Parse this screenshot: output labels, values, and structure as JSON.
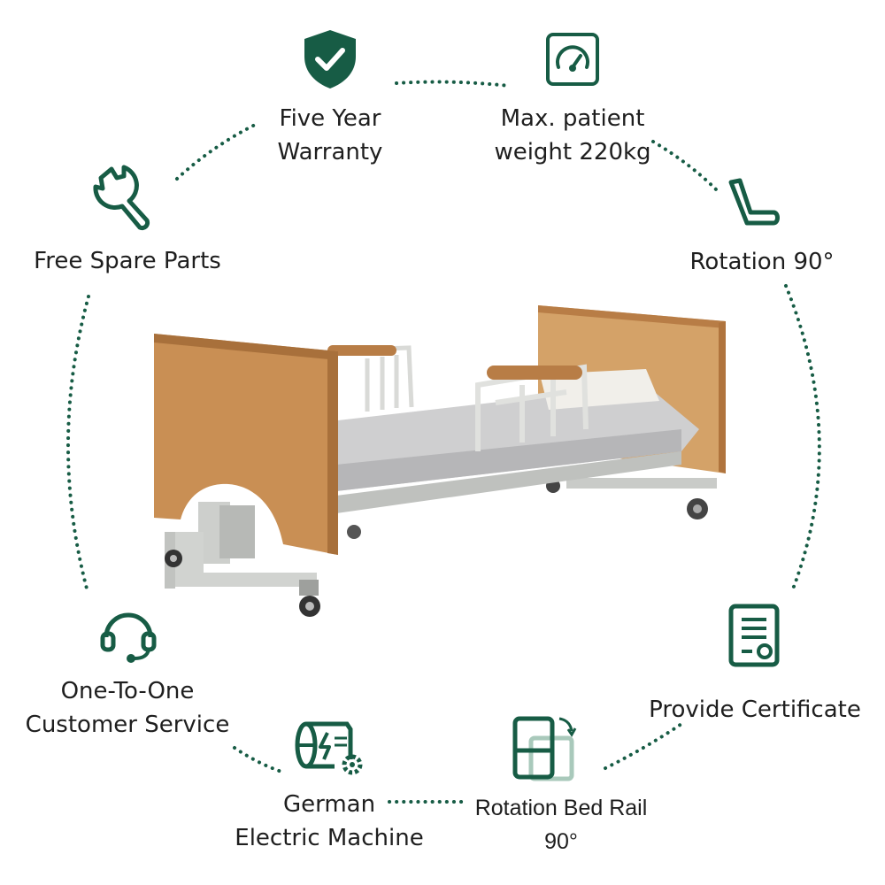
{
  "theme": {
    "accent": "#175c45",
    "accent_light": "#a9c9bb",
    "wood": "#c98f54",
    "frame": "#c9cbc8"
  },
  "features": {
    "warranty": {
      "label": "Five Year\nWarranty",
      "icon": "shield-check-icon"
    },
    "max_weight": {
      "label": "Max. patient\nweight 220kg",
      "icon": "gauge-icon"
    },
    "rotation": {
      "label": "Rotation 90°",
      "icon": "seat-icon"
    },
    "spare_parts": {
      "label": "Free Spare Parts",
      "icon": "wrench-icon"
    },
    "customer_service": {
      "label": "One-To-One\nCustomer Service",
      "icon": "headset-icon"
    },
    "certificate": {
      "label": "Provide Certificate",
      "icon": "certificate-icon"
    },
    "motor": {
      "label": "German\nElectric Machine",
      "icon": "motor-icon"
    },
    "bed_rail": {
      "label": "Rotation Bed Rail\n90°",
      "icon": "rotate-rail-icon"
    }
  },
  "product": {
    "image": "bed-illustration"
  }
}
